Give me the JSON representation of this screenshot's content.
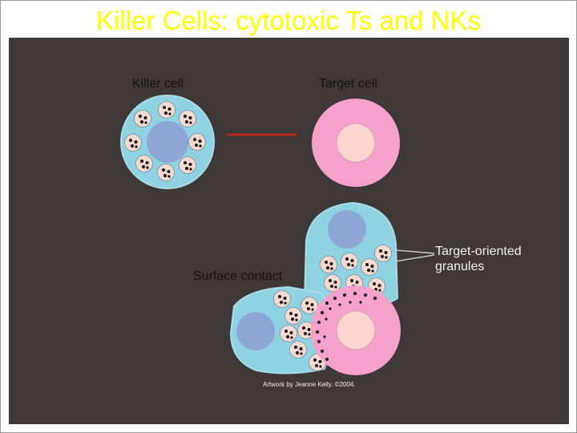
{
  "slide": {
    "title": "Killer Cells: cytotoxic Ts and NKs"
  },
  "diagram": {
    "label_killer_cell": "Killer cell",
    "label_target_cell": "Target cell",
    "label_surface_contact": "Surface contact",
    "label_granules_line1": "Target-oriented",
    "label_granules_line2": "granules",
    "credit": "Artwork by Jeanne Kelly. ©2004."
  },
  "colors": {
    "title": "#ffff00",
    "panel_background": "#3f3838",
    "killer_cell_cytoplasm": "#8fd3e3",
    "nucleus": "#8ea6d6",
    "target_cell": "#f6a0cc",
    "target_nucleus": "#fbd3cf",
    "granule": "#f8d9d0",
    "arrow_line": "#cc1f1f"
  }
}
